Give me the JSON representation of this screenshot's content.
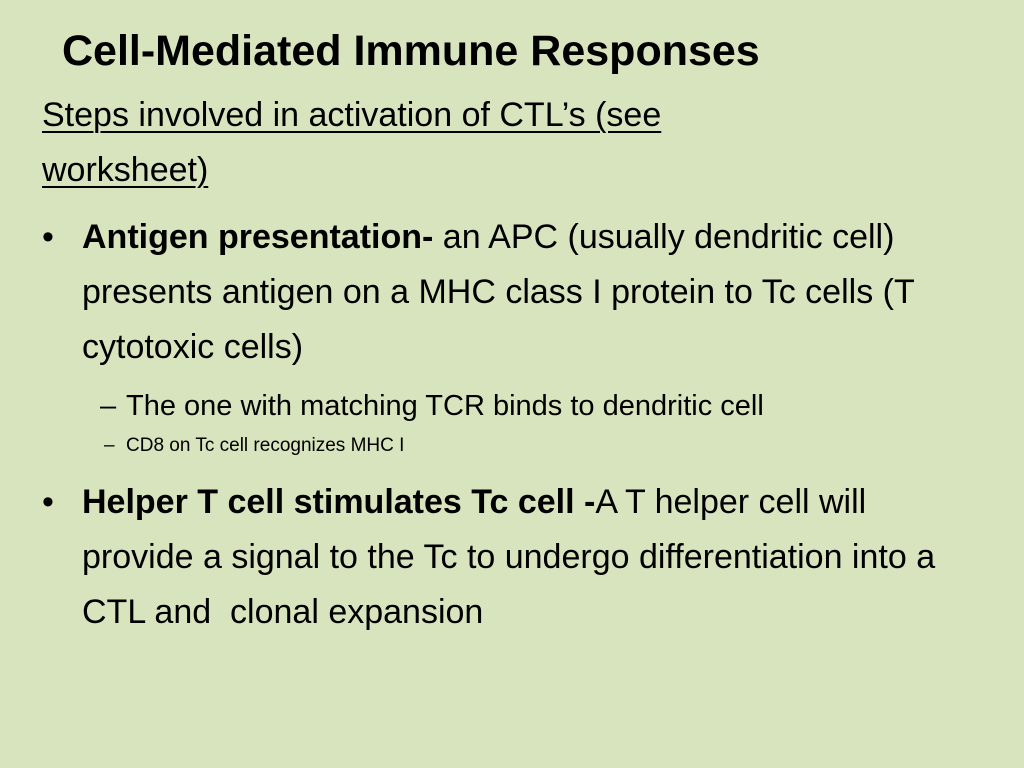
{
  "slide": {
    "title": "Cell-Mediated Immune Responses",
    "subheading": "Steps involved in activation of CTL’s (see worksheet)",
    "bullets": [
      {
        "marker": "•",
        "bold": "Antigen presentation-",
        "text": " an APC (usually dendritic cell) presents antigen on a MHC class I protein to Tc cells (T cytotoxic cells)",
        "subitems": [
          {
            "marker": "–",
            "text": "The one with matching TCR binds to dendritic cell"
          },
          {
            "marker": "–",
            "text": "CD8 on Tc cell recognizes MHC I"
          }
        ]
      },
      {
        "marker": "•",
        "bold": "Helper T cell stimulates Tc cell -",
        "text": "A T helper cell will provide a signal to the Tc to undergo differentiation into a CTL and  clonal expansion"
      }
    ]
  },
  "colors": {
    "background": "#d7e4bd",
    "text": "#000000"
  }
}
